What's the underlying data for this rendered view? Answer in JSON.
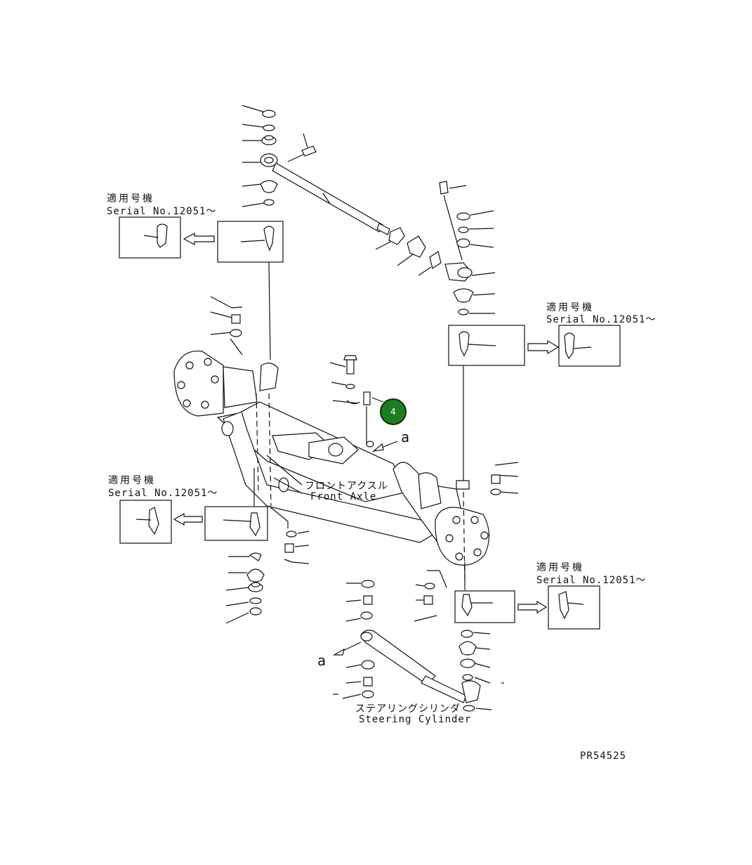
{
  "serial_notes": [
    {
      "applicability": "適用号機",
      "serial": "Serial No.12051～"
    },
    {
      "applicability": "適用号機",
      "serial": "Serial No.12051～"
    },
    {
      "applicability": "適用号機",
      "serial": "Serial No.12051～"
    },
    {
      "applicability": "適用号機",
      "serial": "Serial No.12051～"
    }
  ],
  "assemblies": {
    "front_axle_jp": "フロントアクスル",
    "front_axle_en": "Front Axle",
    "steering_cylinder_jp": "ステアリングシリンダ",
    "steering_cylinder_en": "Steering Cylinder"
  },
  "view_markers": [
    "a",
    "a"
  ],
  "callout": {
    "number": "4",
    "color": "#1e7d1e"
  },
  "drawing_number": "PR54525",
  "icons": [
    "arrow-right-icon",
    "arrow-left-icon",
    "ball-joint-icon"
  ]
}
